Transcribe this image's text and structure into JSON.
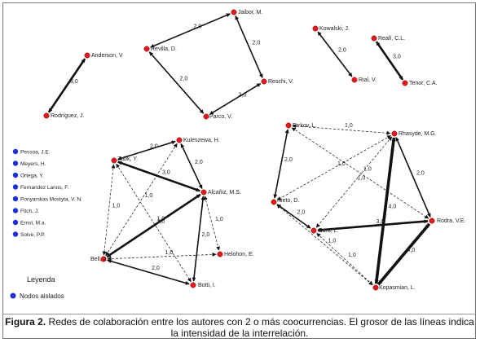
{
  "colors": {
    "node": "#e31a1c",
    "isolated": "#1f2fd6",
    "edge": "#111111"
  },
  "nodes": [
    {
      "id": "anderson",
      "label": "Anderson, V"
    },
    {
      "id": "rodriguez",
      "label": "Rodríguez, J."
    },
    {
      "id": "revillaD",
      "label": "Revilla, D."
    },
    {
      "id": "jaibor",
      "label": "Jaibor, M."
    },
    {
      "id": "reschi",
      "label": "Reschi, V."
    },
    {
      "id": "parcoW",
      "label": "Parco, V."
    },
    {
      "id": "kowalski",
      "label": "Kowalski, J."
    },
    {
      "id": "rial",
      "label": "Rial, V."
    },
    {
      "id": "reali",
      "label": "Realí, C.L."
    },
    {
      "id": "tenor",
      "label": "Tenor, C.A."
    },
    {
      "id": "kuleszewa",
      "label": "Kuleszewa, H."
    },
    {
      "id": "zubk",
      "label": "Zubk, Y."
    },
    {
      "id": "alcaniz",
      "label": "Alcañiz, M.S."
    },
    {
      "id": "bell",
      "label": "Bell, J.E."
    },
    {
      "id": "helohon",
      "label": "Helohon, E."
    },
    {
      "id": "botti",
      "label": "Botti, I."
    },
    {
      "id": "errkov",
      "label": "Errkov, L."
    },
    {
      "id": "rhasyde",
      "label": "Rhasyde, M.G."
    },
    {
      "id": "nieto",
      "label": "Nieto, D."
    },
    {
      "id": "bara",
      "label": "Bara, L."
    },
    {
      "id": "rodra",
      "label": "Rodra, V.E."
    },
    {
      "id": "kopasmian",
      "label": "Kopasmian, L."
    }
  ],
  "edges": [
    {
      "from": "anderson",
      "to": "rodriguez",
      "label": "3,0"
    },
    {
      "from": "revillaD",
      "to": "jaibor",
      "label": "2,0"
    },
    {
      "from": "jaibor",
      "to": "reschi",
      "label": "2,0"
    },
    {
      "from": "revillaD",
      "to": "parcoW",
      "label": "2,0"
    },
    {
      "from": "parcoW",
      "to": "reschi",
      "label": "2,0"
    },
    {
      "from": "kowalski",
      "to": "rial",
      "label": "2,0"
    },
    {
      "from": "reali",
      "to": "tenor",
      "label": "3,0"
    },
    {
      "from": "zubk",
      "to": "kuleszewa",
      "label": "2,0"
    },
    {
      "from": "zubk",
      "to": "alcaniz",
      "label": "3,0"
    },
    {
      "from": "kuleszewa",
      "to": "alcaniz",
      "label": "2,0"
    },
    {
      "from": "zubk",
      "to": "bell",
      "label": "1,0"
    },
    {
      "from": "alcaniz",
      "to": "bell",
      "label": "3,0"
    },
    {
      "from": "kuleszewa",
      "to": "bell",
      "label": "1,0"
    },
    {
      "from": "alcaniz",
      "to": "botti",
      "label": "2,0"
    },
    {
      "from": "alcaniz",
      "to": "helohon",
      "label": "1,0"
    },
    {
      "from": "bell",
      "to": "helohon",
      "label": "1,0"
    },
    {
      "from": "bell",
      "to": "botti",
      "label": "2,0"
    },
    {
      "from": "zubk",
      "to": "botti",
      "label": "1,0"
    },
    {
      "from": "errkov",
      "to": "rhasyde",
      "label": "1,0"
    },
    {
      "from": "errkov",
      "to": "nieto",
      "label": "2,0"
    },
    {
      "from": "rhasyde",
      "to": "nieto",
      "label": "1,0"
    },
    {
      "from": "nieto",
      "to": "bara",
      "label": "2,0"
    },
    {
      "from": "rhasyde",
      "to": "bara",
      "label": "1,0"
    },
    {
      "from": "bara",
      "to": "rodra",
      "label": "3,0"
    },
    {
      "from": "rhasyde",
      "to": "rodra",
      "label": "2,0"
    },
    {
      "from": "rhasyde",
      "to": "kopasmian",
      "label": "4,0"
    },
    {
      "from": "rodra",
      "to": "kopasmian",
      "label": "4,0"
    },
    {
      "from": "bara",
      "to": "kopasmian",
      "label": "1,0"
    },
    {
      "from": "errkov",
      "to": "rodra",
      "label": "1,0"
    },
    {
      "from": "nieto",
      "to": "kopasmian",
      "label": "1,0"
    }
  ],
  "isolated_nodes": [
    "Pessoa, J.E.",
    "Meyers, H.",
    "Ortega, Y.",
    "Fernandez Lanos, F.",
    "Ponyarskas Mostyta, V. N.",
    "Fitch, J.",
    "Ernst, M.a.",
    "Solve, P.P."
  ],
  "legend": {
    "title": "Leyenda",
    "item": "Nodos aislados"
  },
  "caption": {
    "label": "Figura 2.",
    "text": " Redes de colaboración entre los autores con 2 o más coocurrencias. El grosor de las líneas indica la intensidad de la interrelación."
  }
}
